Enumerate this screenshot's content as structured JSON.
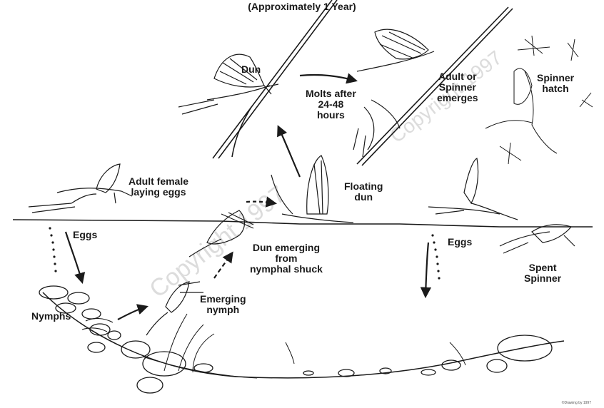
{
  "diagram": {
    "subtitle": "(Approximately 1 Year)",
    "labels": {
      "dun": "Dun",
      "molts_after": [
        "Molts after",
        "24-48",
        "hours"
      ],
      "adult_or_spinner": [
        "Adult or",
        "Spinner",
        "emerges"
      ],
      "spinner_hatch": [
        "Spinner",
        "hatch"
      ],
      "adult_female": [
        "Adult female",
        "laying eggs"
      ],
      "floating_dun": [
        "Floating",
        "dun"
      ],
      "eggs_left": "Eggs",
      "eggs_right": "Eggs",
      "dun_emerging": [
        "Dun emerging",
        "from",
        "nymphal shuck"
      ],
      "nymphs": "Nymphs",
      "emerging_nymph": [
        "Emerging",
        "nymph"
      ],
      "spent_spinner": [
        "Spent",
        "Spinner"
      ]
    },
    "watermark": "Copyright 1997",
    "credit": "©Drawing by 1997",
    "colors": {
      "ink": "#1a1a1a",
      "paper": "#ffffff",
      "watermark": "#dcdcdc"
    }
  }
}
